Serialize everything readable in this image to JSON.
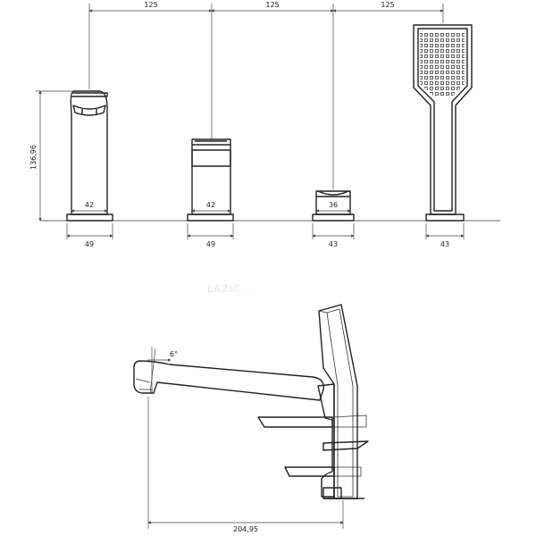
{
  "top_view": {
    "spacing_labels": [
      "125",
      "125",
      "125"
    ],
    "height_label": "136,96",
    "inner_width_labels": [
      "42",
      "42",
      "36"
    ],
    "base_width_labels": [
      "49",
      "49",
      "43",
      "43"
    ]
  },
  "side_view": {
    "angle_label": "6°",
    "length_label": "204,95"
  },
  "watermark": "LAZIC..."
}
